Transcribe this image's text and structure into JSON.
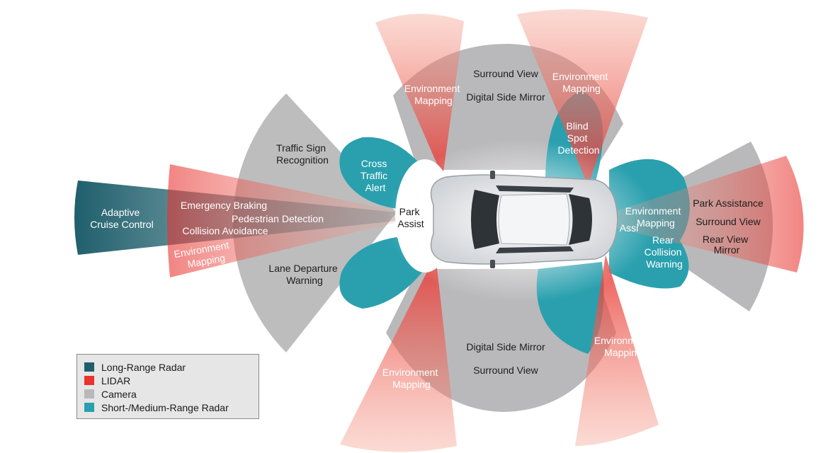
{
  "colors": {
    "long_range_radar": "#1f5f6c",
    "lidar": "#e8332f",
    "camera": "#b9b9bb",
    "short_medium_range_radar": "#2aa0ae"
  },
  "labels": {
    "adaptive_cruise_1": "Adaptive",
    "adaptive_cruise_2": "Cruise Control",
    "emergency_braking": "Emergency Braking",
    "pedestrian_detection": "Pedestrian Detection",
    "collision_avoidance": "Collision Avoidance",
    "env_mapping_left_1": "Environment",
    "env_mapping_left_2": "Mapping",
    "traffic_sign_1": "Traffic Sign",
    "traffic_sign_2": "Recognition",
    "lane_departure_1": "Lane Departure",
    "lane_departure_2": "Warning",
    "cross_traffic_1": "Cross",
    "cross_traffic_2": "Traffic",
    "cross_traffic_3": "Alert",
    "park_assist_1": "Park",
    "park_assist_2": "Assist",
    "surround_view_top": "Surround View",
    "digital_side_mirror_top": "Digital Side Mirror",
    "env_mapping_top_left_1": "Environment",
    "env_mapping_top_left_2": "Mapping",
    "env_mapping_top_right_1": "Environment",
    "env_mapping_top_right_2": "Mapping",
    "blind_spot_1": "Blind",
    "blind_spot_2": "Spot",
    "blind_spot_3": "Detection",
    "digital_side_mirror_bottom": "Digital Side Mirror",
    "surround_view_bottom": "Surround View",
    "env_mapping_bottom_left_1": "Environment",
    "env_mapping_bottom_left_2": "Mapping",
    "env_mapping_bottom_right_1": "Environment",
    "env_mapping_bottom_right_2": "Mapping",
    "env_mapping_right_1": "Environment",
    "env_mapping_right_2": "Mapping",
    "rear_assist_partial": "Assi",
    "rear_collision_1": "Rear",
    "rear_collision_2": "Collision",
    "rear_collision_3": "Warning",
    "park_assistance": "Park Assistance",
    "surround_view_right": "Surround View",
    "rear_view_mirror_1": "Rear View",
    "rear_view_mirror_2": "Mirror"
  },
  "legend": {
    "items": [
      {
        "label": "Long-Range Radar",
        "color": "#1f5f6c"
      },
      {
        "label": "LIDAR",
        "color": "#e8332f"
      },
      {
        "label": "Camera",
        "color": "#b9b9bb"
      },
      {
        "label": "Short-/Medium-Range Radar",
        "color": "#2aa0ae"
      }
    ]
  }
}
